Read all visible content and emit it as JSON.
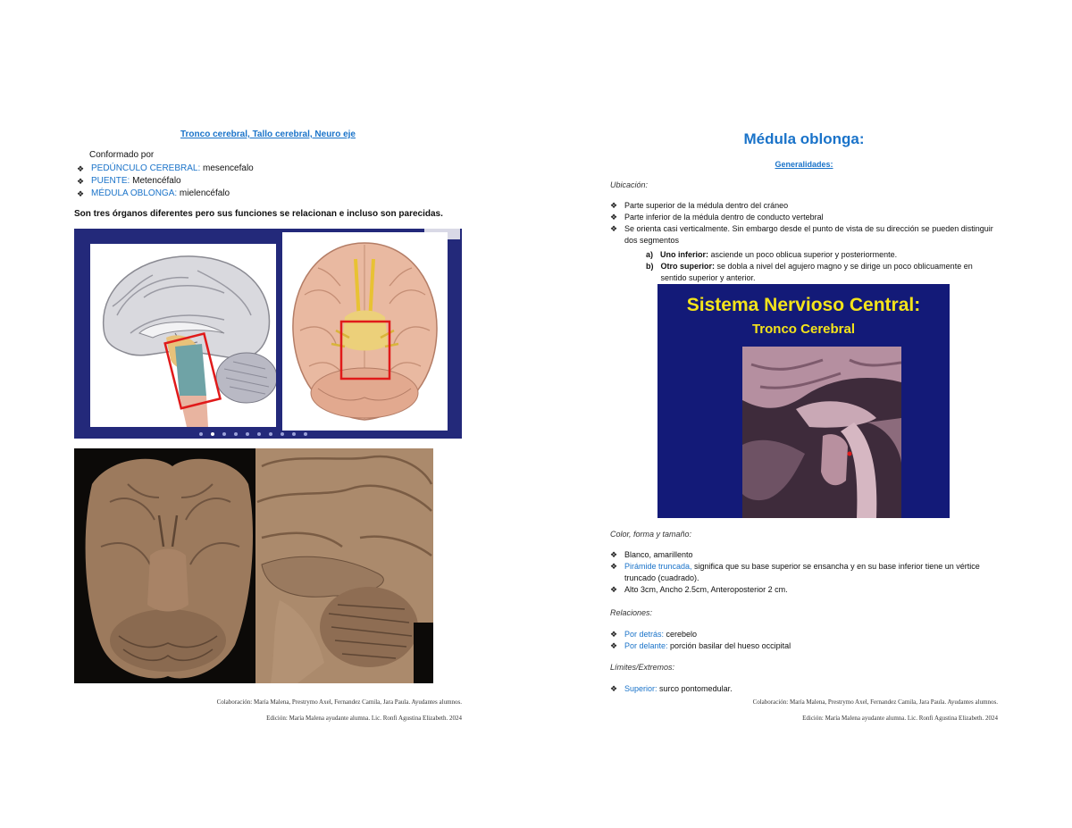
{
  "left_page": {
    "title": "Tronco cerebral, Tallo cerebral, Neuro eje",
    "intro": "Conformado por",
    "items": [
      {
        "label": "PEDÚNCULO CEREBRAL:",
        "text": " mesencefalo"
      },
      {
        "label": "PUENTE:",
        "text": " Metencéfalo"
      },
      {
        "label": "MÉDULA OBLONGA:",
        "text": " mielencéfalo"
      }
    ],
    "statement": "Son tres órganos diferentes pero sus funciones se relacionan e incluso son parecidas.",
    "footer_1": "Colaboración: María Malena, Prestrymo Axel, Fernandez Camila, Jara Paula. Ayudantes alumnos.",
    "footer_2": "Edición: María Malena ayudante alumna. Lic. Ronfi Agustina Elizabeth. 2024"
  },
  "right_page": {
    "title": "Médula oblonga:",
    "subtitle": "Generalidades:",
    "ubicacion": {
      "heading": "Ubicación:",
      "items": [
        "Parte superior de la médula dentro del cráneo",
        "Parte inferior de la médula dentro de conducto vertebral",
        "Se orienta casi verticalmente. Sin embargo desde el punto de vista de su dirección se pueden distinguir dos segmentos"
      ],
      "segments": [
        {
          "marker": "a)",
          "label": "Uno inferior:",
          "text": " asciende un poco oblicua superior y posteriormente."
        },
        {
          "marker": "b)",
          "label": "Otro superior:",
          "text": " se dobla a nivel del agujero magno y se dirige un poco oblicuamente en sentido superior y anterior."
        }
      ]
    },
    "figure": {
      "title": "Sistema Nervioso Central:",
      "subtitle": "Tronco Cerebral"
    },
    "color": {
      "heading": "Color, forma y tamaño:",
      "items": [
        {
          "label": "",
          "text": "Blanco, amarillento"
        },
        {
          "label": "Pirámide truncada,",
          "text": " significa que su base superior se ensancha y en su base inferior tiene un vértice truncado (cuadrado)."
        },
        {
          "label": "",
          "text": "Alto 3cm, Ancho 2.5cm, Anteroposterior 2 cm."
        }
      ]
    },
    "relaciones": {
      "heading": "Relaciones:",
      "items": [
        {
          "label": "Por detrás:",
          "text": " cerebelo"
        },
        {
          "label": "Por delante:",
          "text": " porción basilar del hueso occipital"
        }
      ]
    },
    "limites": {
      "heading": "Límites/Extremos:",
      "items": [
        {
          "label": "Superior:",
          "text": " surco pontomedular."
        }
      ]
    },
    "footer_1": "Colaboración: María Malena, Prestrymo Axel, Fernandez Camila, Jara Paula. Ayudantes alumnos.",
    "footer_2": "Edición: María Malena ayudante alumna. Lic. Ronfi Agustina Elizabeth. 2024"
  },
  "colors": {
    "accent": "#1a73c9",
    "slide_bg": "#23297a",
    "slide_title": "#f4e41a",
    "highlight_box": "#e01a1a"
  },
  "icons": {
    "bullet": "diamond-bullet-icon"
  }
}
